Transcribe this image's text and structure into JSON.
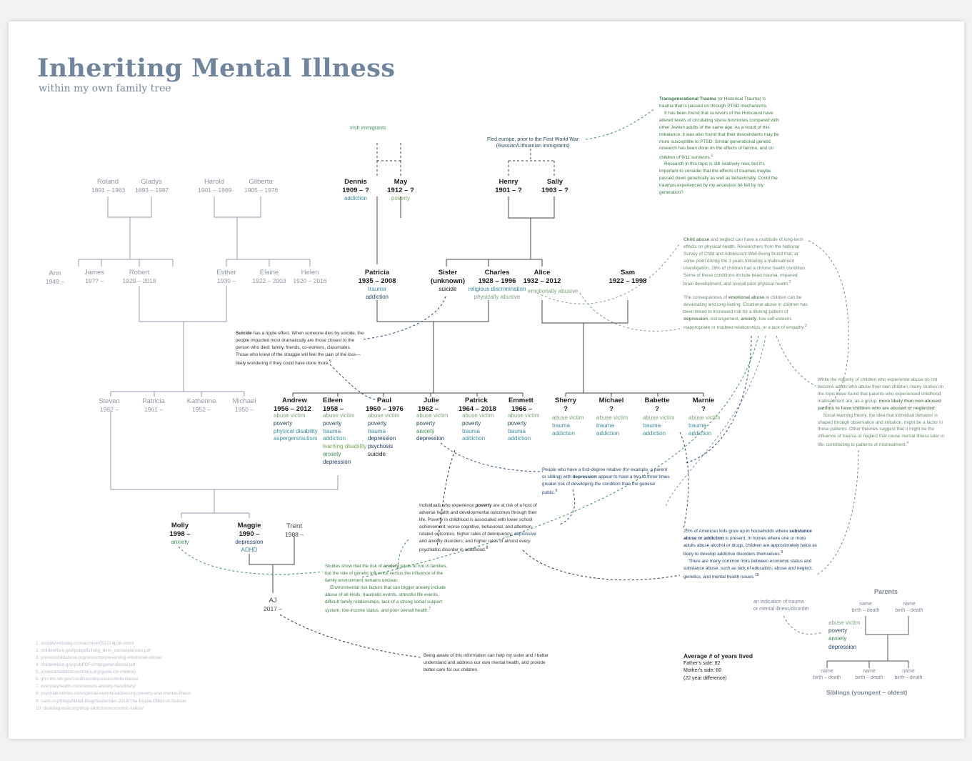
{
  "header": {
    "title": "Inheriting Mental Illness",
    "subtitle": "within my own family tree"
  },
  "origins": {
    "irish": "Irish immigrants",
    "fled": "Fled europe, prior to the First World War",
    "fled2": "(Russian/Lithuanian immigrants)"
  },
  "people": {
    "roland": {
      "name": "Roland",
      "dates": "1891 – 1963"
    },
    "gladys": {
      "name": "Gladys",
      "dates": "1893 – 1987"
    },
    "harold": {
      "name": "Harold",
      "dates": "1901 – 1969"
    },
    "gilberta": {
      "name": "Gilberta",
      "dates": "1905 – 1976"
    },
    "dennis": {
      "name": "Dennis",
      "dates": "1909 – ?",
      "traits": [
        "addiction"
      ]
    },
    "may": {
      "name": "May",
      "dates": "1912 – ?",
      "traits": [
        "poverty"
      ]
    },
    "henry": {
      "name": "Henry",
      "dates": "1901 – ?"
    },
    "sally": {
      "name": "Sally",
      "dates": "1903 – ?"
    },
    "ann": {
      "name": "Ann",
      "dates": "1949 –"
    },
    "james": {
      "name": "James",
      "dates": "19?? –"
    },
    "robert": {
      "name": "Robert",
      "dates": "1929 – 2018"
    },
    "esther": {
      "name": "Esther",
      "dates": "1930 –"
    },
    "elaine": {
      "name": "Elaine",
      "dates": "1922 – 2003"
    },
    "helen": {
      "name": "Helen",
      "dates": "1920 – 2016"
    },
    "patricia2": {
      "name": "Patricia",
      "dates": "1935 – 2008",
      "traits": [
        "trauma",
        "addiction"
      ]
    },
    "sister": {
      "name": "Sister",
      "dates": "(unknown)",
      "traits": [
        "suicide"
      ]
    },
    "charles": {
      "name": "Charles",
      "dates": "1928 – 1996",
      "traits": [
        "religious discrimination",
        "physically abusive"
      ]
    },
    "alice": {
      "name": "Alice",
      "dates": "1932 – 2012",
      "traits": [
        "emotionally abusive"
      ]
    },
    "sam": {
      "name": "Sam",
      "dates": "1922 – 1998"
    },
    "steven": {
      "name": "Steven",
      "dates": "1962 –"
    },
    "patricia": {
      "name": "Patricia",
      "dates": "1961 –"
    },
    "katherine": {
      "name": "Katherine",
      "dates": "1952 –"
    },
    "michael1": {
      "name": "Michael",
      "dates": "1950 –"
    },
    "andrew": {
      "name": "Andrew",
      "dates": "1956 – 2012",
      "traits": [
        "abuse victim",
        "poverty",
        "physical disability",
        "aspergers/autism"
      ]
    },
    "eileen": {
      "name": "Eileen",
      "dates": "1958 –",
      "traits": [
        "abuse victim",
        "poverty",
        "trauma",
        "addiction",
        "learning disability",
        "anxiety",
        "depression"
      ]
    },
    "paul": {
      "name": "Paul",
      "dates": "1960 – 1976",
      "traits": [
        "abuse victim",
        "poverty",
        "trauma",
        "depression",
        "psychosis",
        "suicide"
      ]
    },
    "julie": {
      "name": "Julie",
      "dates": "1962 –",
      "traits": [
        "abuse victim",
        "poverty",
        "anxiety",
        "depression"
      ]
    },
    "patrick": {
      "name": "Patrick",
      "dates": "1964 – 2018",
      "traits": [
        "abuse victim",
        "poverty",
        "trauma",
        "addiction"
      ]
    },
    "emmett": {
      "name": "Emmett",
      "dates": "1966 –",
      "traits": [
        "abuse victim",
        "poverty",
        "trauma",
        "addiction"
      ]
    },
    "sherry": {
      "name": "Sherry",
      "dates": "?",
      "traits": [
        "abuse victim",
        "trauma",
        "addiction"
      ]
    },
    "michael2": {
      "name": "Michael",
      "dates": "?",
      "traits": [
        "abuse victim",
        "trauma",
        "addiction"
      ]
    },
    "babette": {
      "name": "Babette",
      "dates": "?",
      "traits": [
        "abuse victim",
        "trauma",
        "addiction"
      ]
    },
    "marnie": {
      "name": "Marnie",
      "dates": "?",
      "traits": [
        "abuse victim",
        "trauma",
        "addiction"
      ]
    },
    "molly": {
      "name": "Molly",
      "dates": "1998 –",
      "traits": [
        "anxiety"
      ]
    },
    "maggie": {
      "name": "Maggie",
      "dates": "1990 –",
      "traits": [
        "depression",
        "ADHD"
      ]
    },
    "trent": {
      "name": "Trent",
      "dates": "1988 –"
    },
    "aj": {
      "name": "AJ",
      "dates": "2017 –"
    }
  },
  "notes": {
    "transgenerational": "<b>Transgenerational Trauma</b> (or Historical Trauma) is trauma that is passed on through PTSD mechanisms.<br>&nbsp;&nbsp;&nbsp;&nbsp;It has been found that survivors of the Holocaust have altered levels of circulating stress hormones compared with other Jewish adults of the same age. As a result of this imbalance, it was also found that their descendants may be more susceptible to PTSD. Similar generational genetic research has been done on the effects of famine, and on children of 9/11 survivors.<sup>1</sup><br>&nbsp;&nbsp;&nbsp;&nbsp;Research in this topic is still relatively new, but it's important to consider that the effects of traumas maybe passed down genetically as well as behaviorally. Could the traumas experienced by my ancestors be felt by my generation?",
    "child_abuse": "<b>Child abuse</b> and neglect can have a multitude of long-term effects on physical health. Researchers from the National Survey of Child and Adolescent Well-Being found that, at some point during the 3 years following a maltreatment investigation, 28% of children had a chronic health condition. Some of these conditions include head trauma, impaired brain development, and overall poor physical health.<sup>2</sup>",
    "emotional": "The consequences of <b>emotional abuse</b> in children can be devastating and long-lasting. Emotional abuse in children has been linked to increased risk for a lifelong pattern of <b>depression</b>, estrangement, <b>anxiety</b>, low self-esteem, inappropriate or troubled relationships, or a lack of empathy.<sup>3</sup>",
    "cycle": "While the majority of children who experience abuse do not become adults who abuse their own children, many studies on the topic have found that parents who experienced childhood maltreatment are, as a group, <b>more likely than non-abused parents to have children who are abused or neglected</b>.<br>&nbsp;&nbsp;&nbsp;&nbsp;Social learning theory, the idea that individual behavior is shaped through observation and imitation, might be a factor in these patterns. Other theories suggest that it might be the influence of trauma or neglect that cause mental illness later in life, contributing to patterns of mistreatment.<sup>4</sup>",
    "suicide": "<b>Suicide</b> has a ripple effect. When someone dies by suicide, the people impacted most dramatically are those closest to the person who died: family, friends, co-workers, classmates. Those who knew of the struggle will feel the pain of the loss—likely wondering if they could have done more.<sup>5</sup>",
    "depression": "People who have a first-degree relative (for example, a parent or sibling) with <b>depression</b> appear to have a two to three times greater risk of developing the condition than the general public.<sup>6</sup>",
    "poverty": "Individuals who experience <b>poverty</b> are at risk of a host of adverse health and developmental outcomes through their life. Poverty in childhood is associated with lower school achievement; worse cognitive, behavioral, and attention-related outcomes; higher rates of delinquency; <span style='color:#24466e'>depressive</span> and anxiety disorders; and higher rates of almost every psychiatric disorder in adulthood.<sup>8</sup>",
    "substance": "25% of American kids grow up in households where <b>substance abuse or addiction</b> is present. In homes where one or more adults abuse alcohol or drugs, children are approximately twice as likely to develop addictive disorders themselves.<sup>9</sup><br>&nbsp;&nbsp;&nbsp;&nbsp;There are many common links between economic status and substance abuse, such as lack of education, abuse and neglect, genetics, and mental health issues.<sup>10</sup>",
    "anxiety": "Studies show that the risk of <b>anxiety</b> tends to run in families, but the role of genetic influence versus the influence of the family environment remains unclear.<br>&nbsp;&nbsp;&nbsp;&nbsp;Environmental risk factors that can trigger anxiety include abuse of all kinds, traumatic events, stressful life events, difficult family relationships, lack of a strong social support system, low-income status, and poor overall health.<sup>7</sup>",
    "closing": "Being aware of this information can help my sister and I better understand and address our own mental health, and provide better care for our children."
  },
  "references": [
    "1. socialworktoday.com/archive/051214p18.shtml",
    "2. childwelfare.gov/pubpdfs/long_term_consequences.pdf",
    "3. preventchildabuse.org/resource/preventing-emotional-abuse/",
    "4. childwelfare.gov/pubPDFs/intergenerational.pdf",
    "5. americanaddictioncenters.org/guide-for-children",
    "6. ghr.nlm.nih.gov/condition/depression#inheritance",
    "7. everydayhealth.com/news/is-anxiety-hereditary/",
    "8. psychiatrictimes.com/special-reports/addressing-poverty-and-mental-illness",
    "9. nami.org/Blogs/NAMI-Blog/September-2018/The-Ripple-Effect-of-Suicide",
    "10. dualdiagnosis.org/drug-addiction/economic-status/"
  ],
  "stats": {
    "title": "Average # of years lived",
    "father": "Father's side: 82",
    "mother": "Mother's side: 60",
    "diff": "(22 year difference)"
  },
  "legend": {
    "parents": "Parents",
    "siblings": "Siblings (youngest – oldest)",
    "indication1": "an indication of trauma",
    "indication2": "or mental illness/disorder",
    "name": "name",
    "dates": "birth – death",
    "traits": [
      "abuse victim",
      "poverty",
      "anxiety",
      "depression"
    ]
  }
}
